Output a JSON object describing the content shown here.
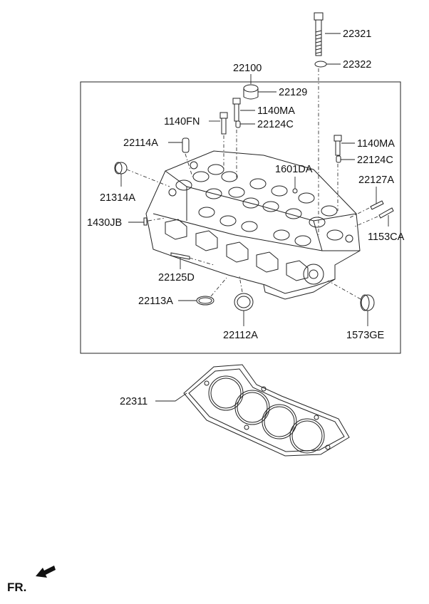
{
  "parts": {
    "p22321": "22321",
    "p22322": "22322",
    "p22100": "22100",
    "p22129": "22129",
    "p1140MA_1": "1140MA",
    "p1140FN": "1140FN",
    "p22124C_1": "22124C",
    "p22114A": "22114A",
    "p1140MA_2": "1140MA",
    "p22124C_2": "22124C",
    "p1601DA": "1601DA",
    "p22127A": "22127A",
    "p21314A": "21314A",
    "p1430JB": "1430JB",
    "p1153CA": "1153CA",
    "p22125D": "22125D",
    "p22113A": "22113A",
    "p22112A": "22112A",
    "p1573GE": "1573GE",
    "p22311": "22311"
  },
  "orientation_label": "FR.",
  "icons": {
    "front_direction": "arrow-icon"
  }
}
